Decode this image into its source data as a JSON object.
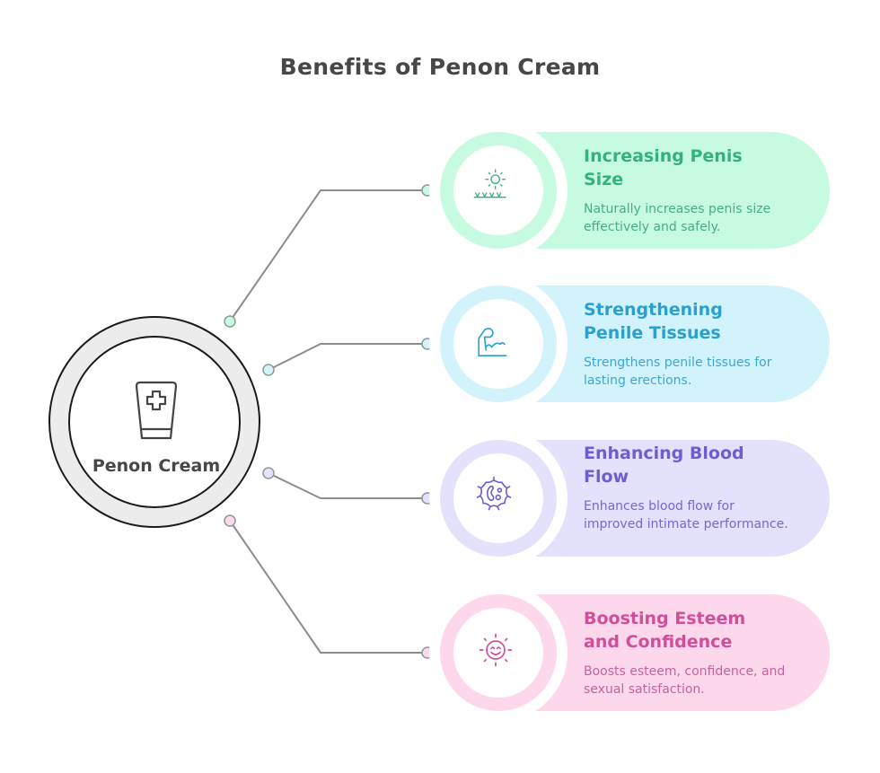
{
  "title": "Benefits of Penon Cream",
  "hub": {
    "label": "Penon Cream",
    "icon": "cream-tube-icon"
  },
  "benefits": [
    {
      "title": "Increasing Penis Size",
      "title_l1": "Increasing Penis",
      "title_l2": "Size",
      "description": "Naturally increases penis size effectively and safely.",
      "icon": "sun-grass-growth-icon",
      "bg": "#c6fbe2",
      "fg": "#34b27a"
    },
    {
      "title": "Strengthening Penile Tissues",
      "title_l1": "Strengthening",
      "title_l2": "Penile Tissues",
      "description": "Strengthens penile tissues for lasting erections.",
      "icon": "flexed-bicep-icon",
      "bg": "#d3f3fc",
      "fg": "#2a9fd0"
    },
    {
      "title": "Enhancing Blood Flow",
      "title_l1": "Enhancing Blood",
      "title_l2": "Flow",
      "description": "Enhances blood flow for improved intimate performance.",
      "icon": "blood-cell-icon",
      "bg": "#e4e1fd",
      "fg": "#6b5fd0"
    },
    {
      "title": "Boosting Esteem and Confidence",
      "title_l1": "Boosting Esteem",
      "title_l2": "and Confidence",
      "description": "Boosts esteem, confidence, and sexual satisfaction.",
      "icon": "smiling-sun-icon",
      "bg": "#fdd7ec",
      "fg": "#d04f98"
    }
  ]
}
